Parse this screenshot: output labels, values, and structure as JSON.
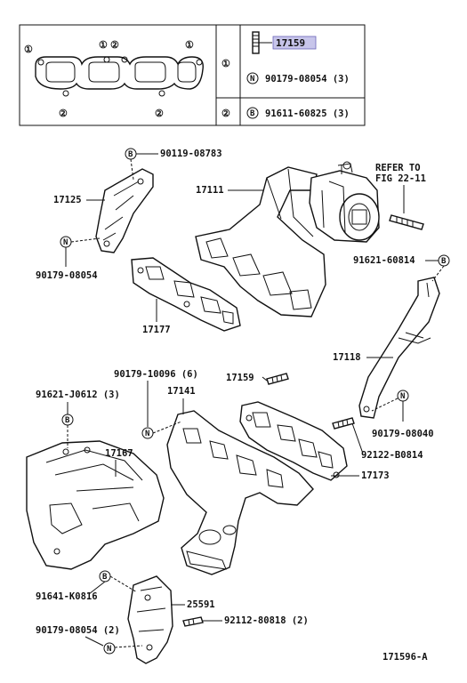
{
  "legend": {
    "row1_key": "①",
    "row2_key": "②",
    "row1_highlight_part": "17159",
    "row1_n_part": "90179-08054 (3)",
    "row2_b_part": "91611-60825 (3)",
    "gasket_marks_top": [
      "①",
      "①",
      "②",
      "①"
    ],
    "gasket_marks_bottom": [
      "②",
      "②"
    ]
  },
  "symbols": {
    "N": "N",
    "B": "B"
  },
  "parts": {
    "p90119_08783": "90119-08783",
    "p17125": "17125",
    "p90179_08054_a": "90179-08054",
    "p17111": "17111",
    "refer_to_l1": "REFER TO",
    "refer_to_l2": "FIG 22-11",
    "p91621_60814": "91621-60814",
    "p17177": "17177",
    "p17118": "17118",
    "p90179_10096": "90179-10096 (6)",
    "p17159": "17159",
    "p91621_J0612": "91621-J0612 (3)",
    "p17141": "17141",
    "p17167": "17167",
    "p90179_08040": "90179-08040",
    "p92122_B0814": "92122-B0814",
    "p17173": "17173",
    "p91641_K0816": "91641-K0816",
    "p25591": "25591",
    "p92112_80818": "92112-80818 (2)",
    "p90179_08054_b": "90179-08054 (2)",
    "figure_id": "171596-A"
  }
}
